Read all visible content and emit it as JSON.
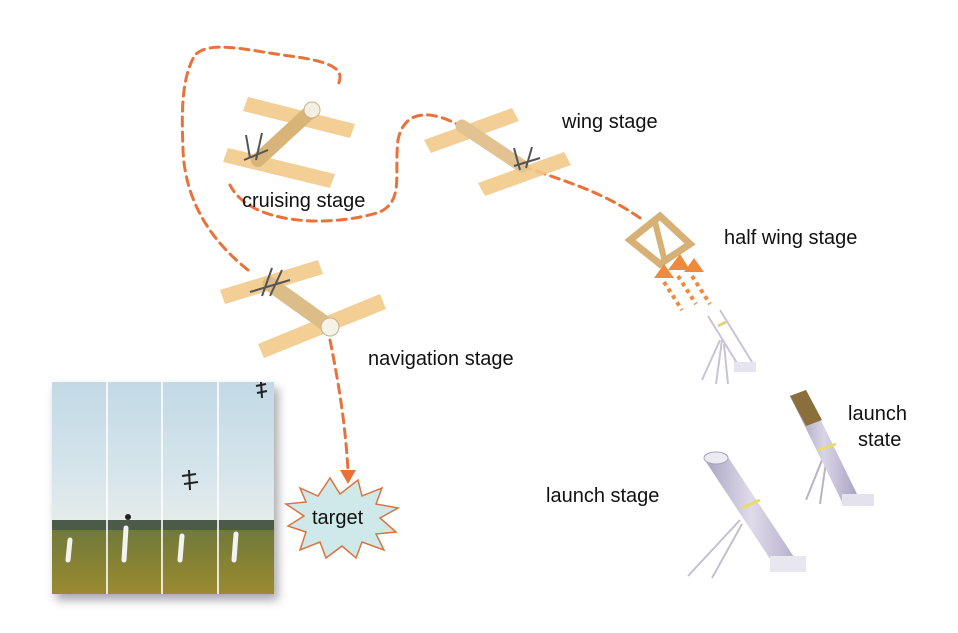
{
  "labels": {
    "cruising": "cruising stage",
    "wing": "wing stage",
    "half_wing": "half wing stage",
    "navigation": "navigation stage",
    "launch_stage": "launch stage",
    "launch_state_line1": "launch",
    "launch_state_line2": "state",
    "target": "target"
  },
  "colors": {
    "trajectory": "#e8733a",
    "wing": "#f2c98a",
    "fuselage": "#e6c28c",
    "tube": "#b9b2cc",
    "target_fill": "#cfe9ea",
    "target_stroke": "#d9743f",
    "sky": "#c9dde8",
    "field": "#8a7a2c"
  },
  "icons": [
    "drone-cruising-icon",
    "drone-wing-icon",
    "drone-half-wing-icon",
    "drone-navigation-icon",
    "launch-tube-icon",
    "launch-state-icon",
    "target-burst-icon",
    "flight-photo-strip"
  ]
}
